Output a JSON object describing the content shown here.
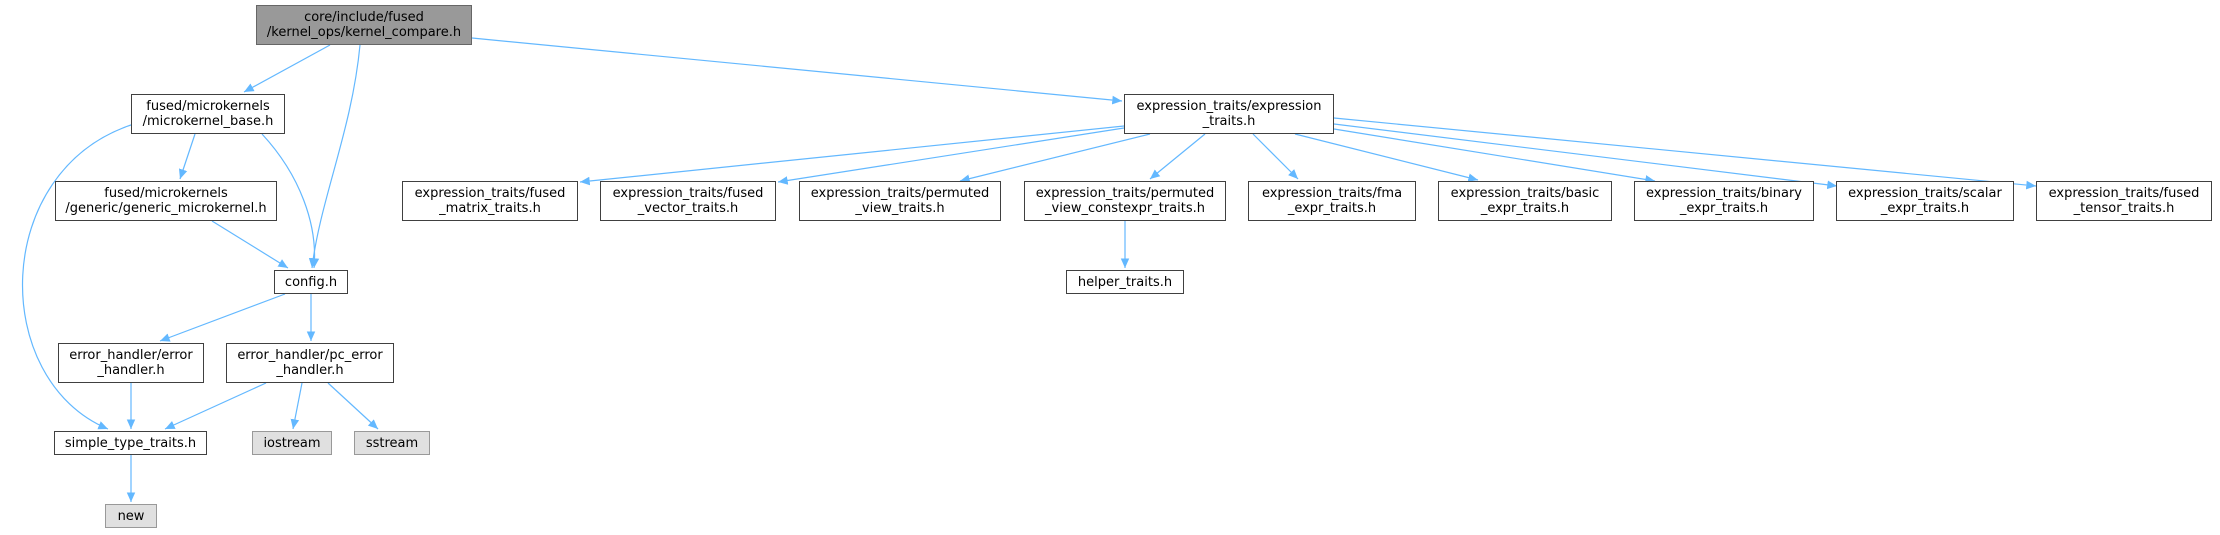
{
  "colors": {
    "edge": "#63b8ff",
    "border": "#404040",
    "root_fill": "#999999",
    "system_fill": "#e0e0e0"
  },
  "nodes": {
    "root": {
      "lines": [
        "core/include/fused",
        "/kernel_ops/kernel_compare.h"
      ]
    },
    "mk_base": {
      "lines": [
        "fused/microkernels",
        "/microkernel_base.h"
      ]
    },
    "mk_generic": {
      "lines": [
        "fused/microkernels",
        "/generic/generic_microkernel.h"
      ]
    },
    "config": {
      "lines": [
        "config.h"
      ]
    },
    "err": {
      "lines": [
        "error_handler/error",
        "_handler.h"
      ]
    },
    "pc_err": {
      "lines": [
        "error_handler/pc_error",
        "_handler.h"
      ]
    },
    "simple": {
      "lines": [
        "simple_type_traits.h"
      ]
    },
    "iostream": {
      "lines": [
        "iostream"
      ]
    },
    "sstream": {
      "lines": [
        "sstream"
      ]
    },
    "new": {
      "lines": [
        "new"
      ]
    },
    "expr": {
      "lines": [
        "expression_traits/expression",
        "_traits.h"
      ]
    },
    "fused_matrix": {
      "lines": [
        "expression_traits/fused",
        "_matrix_traits.h"
      ]
    },
    "fused_vector": {
      "lines": [
        "expression_traits/fused",
        "_vector_traits.h"
      ]
    },
    "permuted_view": {
      "lines": [
        "expression_traits/permuted",
        "_view_traits.h"
      ]
    },
    "permuted_ce": {
      "lines": [
        "expression_traits/permuted",
        "_view_constexpr_traits.h"
      ]
    },
    "fma": {
      "lines": [
        "expression_traits/fma",
        "_expr_traits.h"
      ]
    },
    "basic": {
      "lines": [
        "expression_traits/basic",
        "_expr_traits.h"
      ]
    },
    "binary": {
      "lines": [
        "expression_traits/binary",
        "_expr_traits.h"
      ]
    },
    "scalar": {
      "lines": [
        "expression_traits/scalar",
        "_expr_traits.h"
      ]
    },
    "fused_tensor": {
      "lines": [
        "expression_traits/fused",
        "_tensor_traits.h"
      ]
    },
    "helper": {
      "lines": [
        "helper_traits.h"
      ]
    }
  }
}
